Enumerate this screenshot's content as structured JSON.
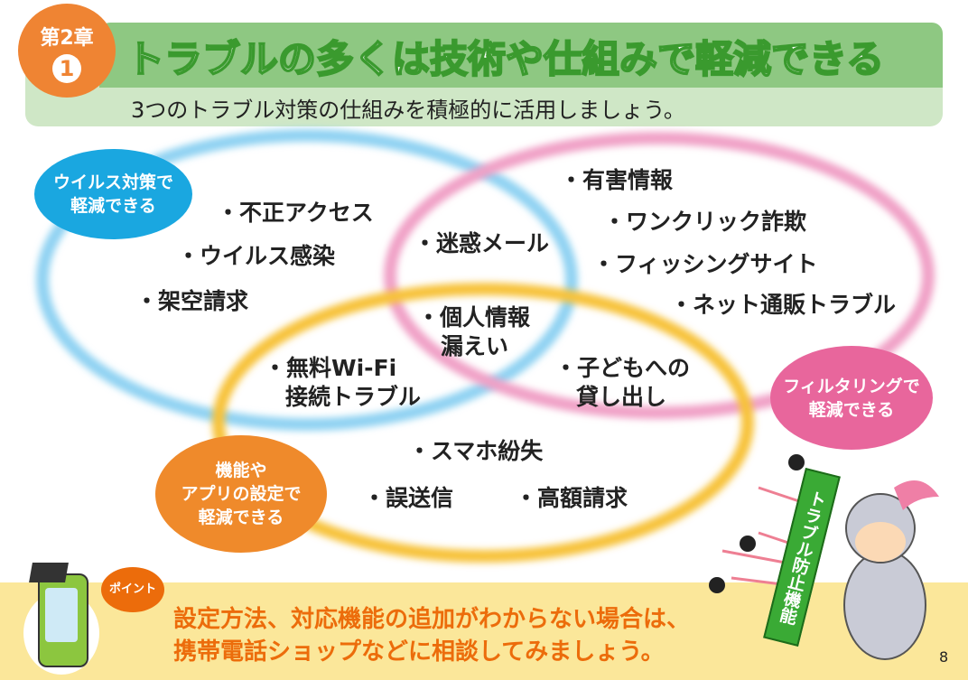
{
  "header": {
    "chapter": "第2章",
    "section": "1",
    "title": "トラブルの多くは技術や仕組みで軽減できる",
    "subtitle": "3つのトラブル対策の仕組みを積極的に活用しましょう。"
  },
  "bubbles": {
    "virus": [
      "ウイルス対策で",
      "軽減できる"
    ],
    "filter": [
      "フィルタリングで",
      "軽減できる"
    ],
    "app": [
      "機能や",
      "アプリの設定で",
      "軽減できる"
    ]
  },
  "items": {
    "unauthorized": "・不正アクセス",
    "virus_infection": "・ウイルス感染",
    "fake_billing": "・架空請求",
    "spam": "・迷惑メール",
    "personal_info": [
      "・個人情報",
      "漏えい"
    ],
    "harmful": "・有害情報",
    "one_click": "・ワンクリック詐欺",
    "phishing": "・フィッシングサイト",
    "shopping": "・ネット通販トラブル",
    "wifi": [
      "・無料Wi-Fi",
      "接続トラブル"
    ],
    "lending": [
      "・子どもへの",
      "貸し出し"
    ],
    "lost": "・スマホ紛失",
    "missend": "・誤送信",
    "high_bill": "・高額請求"
  },
  "point": {
    "badge": "ポイント",
    "lines": [
      "設定方法、対応機能の追加がわからない場合は、",
      "携帯電話ショップなどに相談してみましょう。"
    ]
  },
  "sign": "トラブル防止機能",
  "page_number": "8",
  "colors": {
    "blue": "#1aa7e0",
    "pink": "#e8669c",
    "orange": "#ef8a2b",
    "green": "#3aaa35"
  }
}
